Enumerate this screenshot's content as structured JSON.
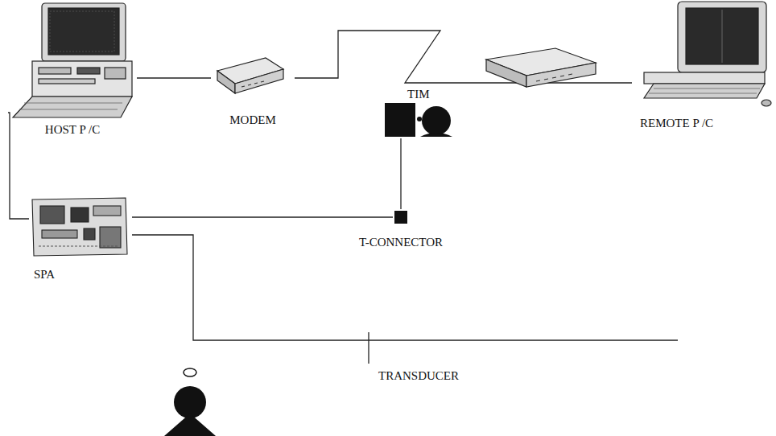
{
  "diagram": {
    "nodes": [
      {
        "text": [
          "HOST P /C"
        ]
      },
      {
        "text": [
          "MODEM"
        ]
      },
      {
        "text": [
          "REMOTE P /C"
        ]
      },
      {
        "text": [
          "TIM"
        ]
      },
      {
        "text": [
          "SPA"
        ]
      },
      {
        "text": [
          "T-CONNECTOR"
        ]
      },
      {
        "text": [
          "TRANSDUCER"
        ]
      }
    ],
    "edges": [
      {
        "from": 0,
        "to": 1,
        "arrow": "none"
      },
      {
        "from": 1,
        "to": 2,
        "arrow": "none"
      },
      {
        "from": 5,
        "to": 3,
        "arrow": "none"
      },
      {
        "from": 0,
        "to": 4,
        "arrow": "none"
      },
      {
        "from": 4,
        "to": 5,
        "arrow": "none"
      },
      {
        "from": 4,
        "to": 6,
        "arrow": "none"
      }
    ]
  }
}
